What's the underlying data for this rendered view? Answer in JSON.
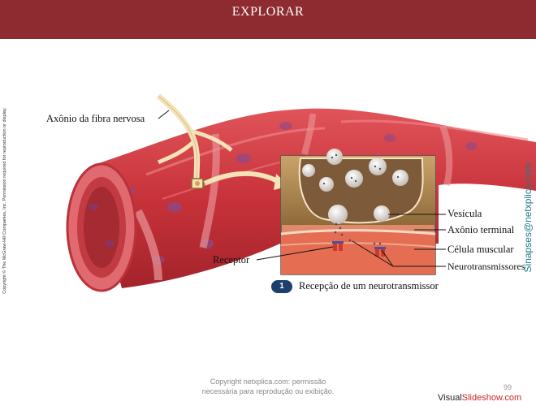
{
  "header": {
    "title": "EXPLORAR",
    "background": "#8e2b30"
  },
  "sidebar_copyright": "Copyright © The McGraw-Hill Companies, Inc. Permission required for reproduction or display.",
  "watermark": "Sinapses@netxplica.com",
  "diagram": {
    "labels": {
      "axon": "Axônio da fibra nervosa",
      "receptor": "Receptor",
      "vesicle": "Vesícula",
      "axon_terminal": "Axônio terminal",
      "muscle_cell": "Célula muscular",
      "neurotransmitter": "Neurotransmissores"
    },
    "step": {
      "number": "1",
      "caption": "Recepção de um neurotransmissor"
    }
  },
  "footer": {
    "copyright_line1": "Copyright netxplica.com: permissão",
    "copyright_line2": "necessária para reprodução ou exibição.",
    "page_number": "99",
    "brand_prefix": "Visual",
    "brand_suffix": "Slideshow.com"
  },
  "colors": {
    "muscle": "#c8323a",
    "muscle_light": "#e8767a",
    "axon": "#f4e2b8",
    "terminal": "#d6a24c",
    "vesicle": "#ece8e2"
  }
}
